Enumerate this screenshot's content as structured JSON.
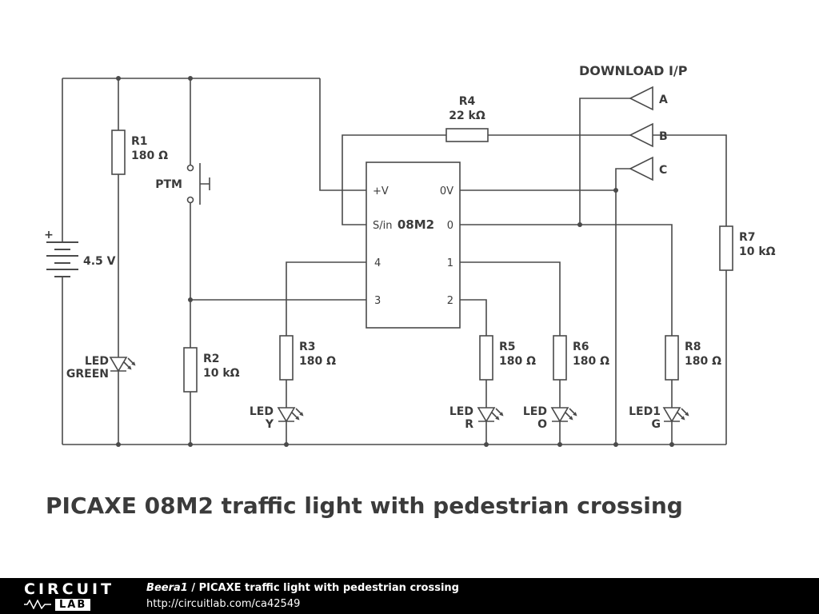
{
  "title": "PICAXE 08M2 traffic light with pedestrian crossing",
  "schematic": {
    "download_header": "DOWNLOAD I/P",
    "connectors": {
      "a": "A",
      "b": "B",
      "c": "C"
    },
    "battery": {
      "plus": "+",
      "value": "4.5 V"
    },
    "switch": {
      "label": "PTM"
    },
    "ic": {
      "label": "08M2",
      "pins_left": [
        "+V",
        "S/in",
        "4",
        "3"
      ],
      "pins_right": [
        "0V",
        "0",
        "1",
        "2"
      ]
    },
    "resistors": {
      "r1": {
        "name": "R1",
        "value": "180 Ω"
      },
      "r2": {
        "name": "R2",
        "value": "10 kΩ"
      },
      "r3": {
        "name": "R3",
        "value": "180 Ω"
      },
      "r4": {
        "name": "R4",
        "value": "22 kΩ"
      },
      "r5": {
        "name": "R5",
        "value": "180 Ω"
      },
      "r6": {
        "name": "R6",
        "value": "180 Ω"
      },
      "r7": {
        "name": "R7",
        "value": "10 kΩ"
      },
      "r8": {
        "name": "R8",
        "value": "180 Ω"
      }
    },
    "leds": {
      "green": {
        "line1": "LED",
        "line2": "GREEN"
      },
      "y": {
        "line1": "LED",
        "line2": "Y"
      },
      "r": {
        "line1": "LED",
        "line2": "R"
      },
      "o": {
        "line1": "LED",
        "line2": "O"
      },
      "g": {
        "line1": "LED1",
        "line2": "G"
      }
    }
  },
  "footer": {
    "logo_top": "CIRCUIT",
    "logo_bottom": "LAB",
    "author": "Beera1",
    "separator_and_title": " / PICAXE traffic light with pedestrian crossing",
    "url": "http://circuitlab.com/ca42549"
  },
  "colors": {
    "wire": "#4a4a4a",
    "text": "#3b3b3b",
    "footer_bg": "#000000"
  }
}
